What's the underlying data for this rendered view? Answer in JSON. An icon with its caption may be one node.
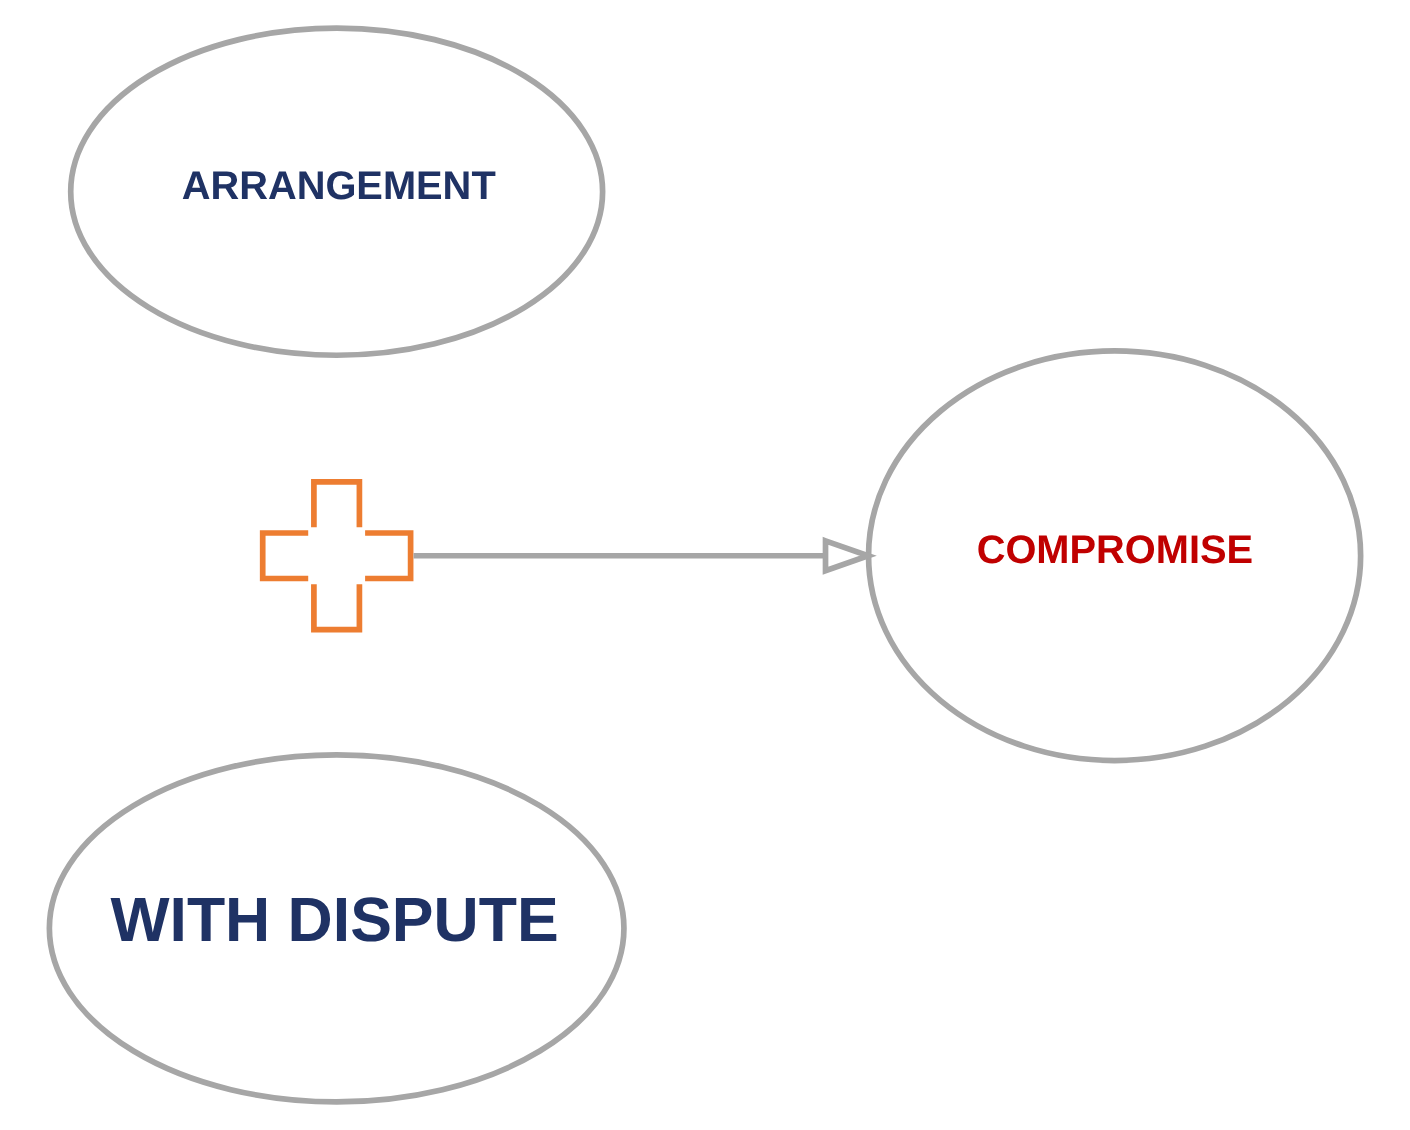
{
  "diagram": {
    "nodes": [
      {
        "text": [
          "ARRANGEMENT"
        ]
      },
      {
        "text": [],
        "shape": "plus"
      },
      {
        "text": [
          "WITH DISPUTE"
        ]
      },
      {
        "text": [
          "COMPROMISE"
        ]
      }
    ],
    "edges": [
      {
        "from": 1,
        "to": 3,
        "arrow": "to"
      }
    ]
  }
}
